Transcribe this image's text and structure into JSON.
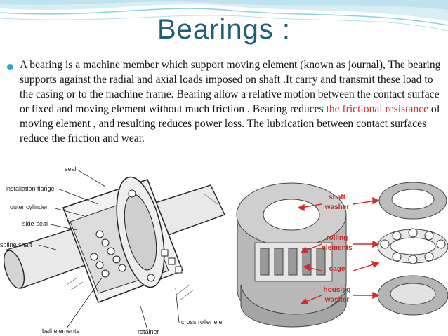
{
  "slide": {
    "title": "Bearings :",
    "paragraph": {
      "part1": "A bearing is a machine member which support moving element (known as journal), The bearing supports against the radial and axial loads imposed on shaft .It carry and transmit these load to the casing or to the machine frame. Bearing  allow a relative motion between the contact surface or fixed  and moving element without much friction . Bearing reduces ",
      "highlight": "the frictional resistance",
      "part2": " of moving element  , and resulting reduces power loss. The lubrication  between contact surfaces reduce the friction and wear."
    },
    "colors": {
      "title": "#1f5f73",
      "highlight": "#e0262a",
      "bullet": "#2aa6c6",
      "arrows": "#d42a2a"
    }
  },
  "left_figure": {
    "labels": {
      "seal": "seal",
      "installation_flange": "installation flange",
      "outer_cylinder": "outer cylinder",
      "side_seal": "side-seal",
      "spline_shaft": "spline shaft",
      "ball_elements": "ball elements",
      "retainer": "retainer",
      "cross_roller": "cross roller ele"
    }
  },
  "right_figure": {
    "labels": {
      "shaft_line1": "shaft",
      "shaft_line2": "washer",
      "rolling_line1": "rolling",
      "rolling_line2": "elements",
      "cage": "cage",
      "housing_line1": "housing",
      "housing_line2": "washer"
    }
  }
}
